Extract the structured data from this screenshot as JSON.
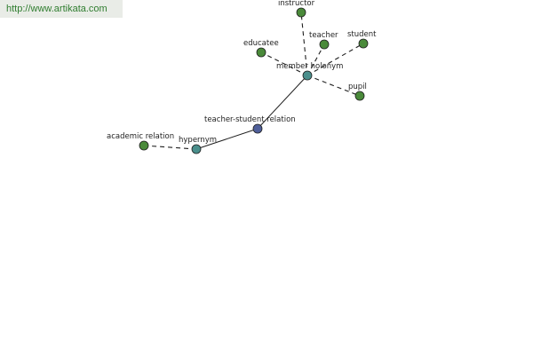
{
  "banner": {
    "url": "http://www.artikata.com"
  },
  "colors": {
    "synset_node": "#4f5f9a",
    "relation_node": "#4a8f8c",
    "word_node": "#4a8a3a",
    "url_text": "#2f7d2f"
  },
  "graph": {
    "nodes": [
      {
        "id": "teacher-student-relation",
        "label": "teacher-student relation",
        "kind": "synset"
      },
      {
        "id": "hypernym",
        "label": "hypernym",
        "kind": "relation"
      },
      {
        "id": "member-holonym",
        "label": "member holonym",
        "kind": "relation"
      },
      {
        "id": "academic-relation",
        "label": "academic relation",
        "kind": "word"
      },
      {
        "id": "instructor",
        "label": "instructor",
        "kind": "word"
      },
      {
        "id": "educatee",
        "label": "educatee",
        "kind": "word"
      },
      {
        "id": "teacher",
        "label": "teacher",
        "kind": "word"
      },
      {
        "id": "student",
        "label": "student",
        "kind": "word"
      },
      {
        "id": "pupil",
        "label": "pupil",
        "kind": "word"
      }
    ],
    "edges": [
      {
        "from": "teacher-student-relation",
        "to": "hypernym",
        "style": "solid"
      },
      {
        "from": "teacher-student-relation",
        "to": "member-holonym",
        "style": "solid"
      },
      {
        "from": "hypernym",
        "to": "academic-relation",
        "style": "dashed"
      },
      {
        "from": "member-holonym",
        "to": "instructor",
        "style": "dashed"
      },
      {
        "from": "member-holonym",
        "to": "educatee",
        "style": "dashed"
      },
      {
        "from": "member-holonym",
        "to": "teacher",
        "style": "dashed"
      },
      {
        "from": "member-holonym",
        "to": "student",
        "style": "dashed"
      },
      {
        "from": "member-holonym",
        "to": "pupil",
        "style": "dashed"
      }
    ]
  }
}
